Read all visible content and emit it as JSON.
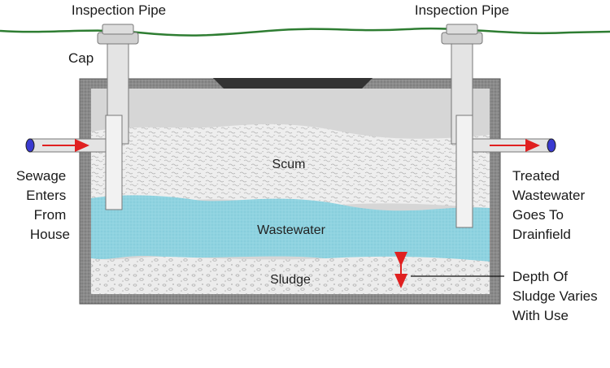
{
  "labels": {
    "inspection_pipe_left": "Inspection Pipe",
    "inspection_pipe_right": "Inspection Pipe",
    "cap": "Cap",
    "scum": "Scum",
    "wastewater": "Wastewater",
    "sludge": "Sludge",
    "inlet": [
      "Sewage",
      "Enters",
      "From",
      "House"
    ],
    "outlet": [
      "Treated",
      "Wastewater",
      "Goes To",
      "Drainfield"
    ],
    "sludge_depth": [
      "Depth Of",
      "Sludge Varies",
      "With Use"
    ]
  },
  "colors": {
    "ground_line": "#2e7d32",
    "tank_wall": "#8a8a8a",
    "tank_interior": "#d6d6d6",
    "scum": "#eeeeee",
    "wastewater": "#8fd3e0",
    "sludge": "#e9e9e9",
    "pipe": "#e4e4e4",
    "flow_arrow": "#e02020",
    "pipe_opening": "#3a3ad0",
    "lid": "#333333"
  },
  "icons": {
    "inlet_flow": "right-arrow",
    "outlet_flow": "right-arrow",
    "depth_marker": "double-arrow-vertical"
  }
}
